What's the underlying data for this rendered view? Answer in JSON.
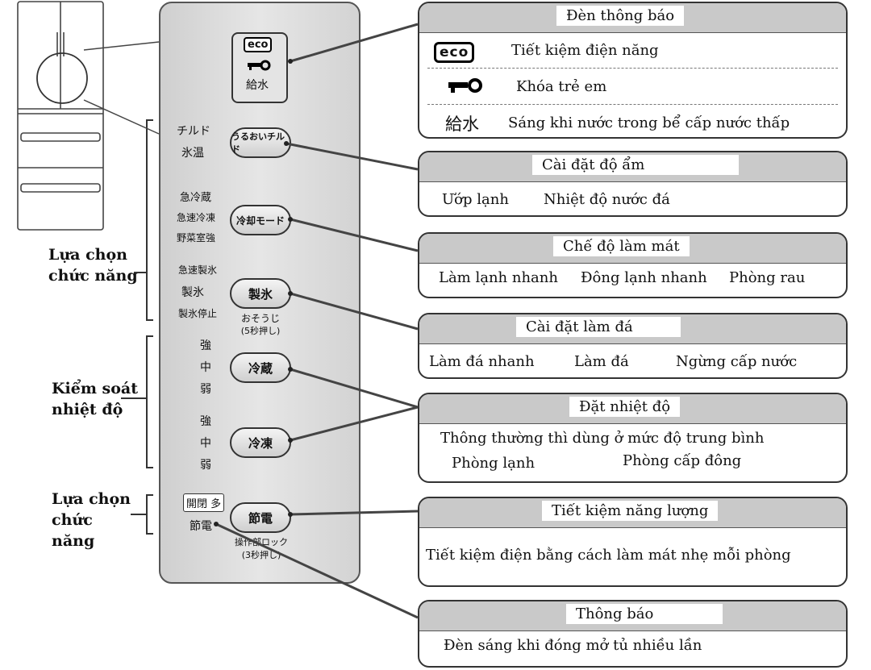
{
  "panel": {
    "indicators": {
      "eco": "eco",
      "supply": "給水"
    },
    "btn_chilled": {
      "left_top": "チルド",
      "left_bottom": "氷温",
      "label": "うるおいチルド"
    },
    "btn_cooling": {
      "left_1": "急冷蔵",
      "left_2": "急速冷凍",
      "left_3": "野菜室強",
      "label": "冷却モード"
    },
    "btn_ice": {
      "left_1": "急速製氷",
      "left_2": "製氷",
      "left_3": "製氷停止",
      "label": "製氷",
      "sub_1": "おそうじ",
      "sub_2": "(5秒押し)"
    },
    "btn_fridge": {
      "strong": "強",
      "medium": "中",
      "weak": "弱",
      "label": "冷蔵"
    },
    "btn_freezer": {
      "strong": "強",
      "medium": "中",
      "weak": "弱",
      "label": "冷凍"
    },
    "btn_save": {
      "tag": "開閉 多",
      "left_bottom": "節電",
      "label": "節電",
      "sub_1": "操作部ロック",
      "sub_2": "(3秒押し)"
    }
  },
  "left_labels": {
    "function_select_1": [
      "Lựa chọn",
      "chức năng"
    ],
    "temp_control": [
      "Kiểm soát",
      "nhiệt độ"
    ],
    "function_select_2": [
      "Lựa chọn",
      "chức",
      "năng"
    ]
  },
  "boxes": {
    "notification_lights": {
      "title": "Đèn thông báo",
      "eco_label": "eco",
      "eco_text": "Tiết kiệm điện năng",
      "lock_text": "Khóa trẻ em",
      "supply_label": "給水",
      "supply_text": "Sáng khi nước trong bể cấp nước thấp"
    },
    "humidity": {
      "title": "Cài đặt độ ẩm",
      "items": [
        "Ướp lạnh",
        "Nhiệt độ nước đá"
      ]
    },
    "cooling_mode": {
      "title": "Chế độ làm mát",
      "items": [
        "Làm lạnh nhanh",
        "Đông lạnh nhanh",
        "Phòng rau"
      ]
    },
    "ice": {
      "title": "Cài đặt làm đá",
      "items": [
        "Làm đá nhanh",
        "Làm đá",
        "Ngừng cấp nước"
      ]
    },
    "temperature": {
      "title": "Đặt nhiệt độ",
      "line1": "Thông thường thì dùng ở mức độ trung bình",
      "items": [
        "Phòng lạnh",
        "Phòng cấp đông"
      ]
    },
    "energy": {
      "title": "Tiết kiệm năng lượng",
      "text": "Tiết kiệm điện bằng cách làm mát nhẹ mỗi phòng"
    },
    "alert": {
      "title": "Thông báo",
      "text": "Đèn sáng khi đóng mở tủ nhiều lần"
    }
  },
  "icons": {
    "eco": "eco-icon",
    "lock": "key-lock-icon"
  },
  "colors": {
    "panel": "#dcdcdc",
    "header": "#c9c9c9",
    "stroke": "#333333"
  }
}
